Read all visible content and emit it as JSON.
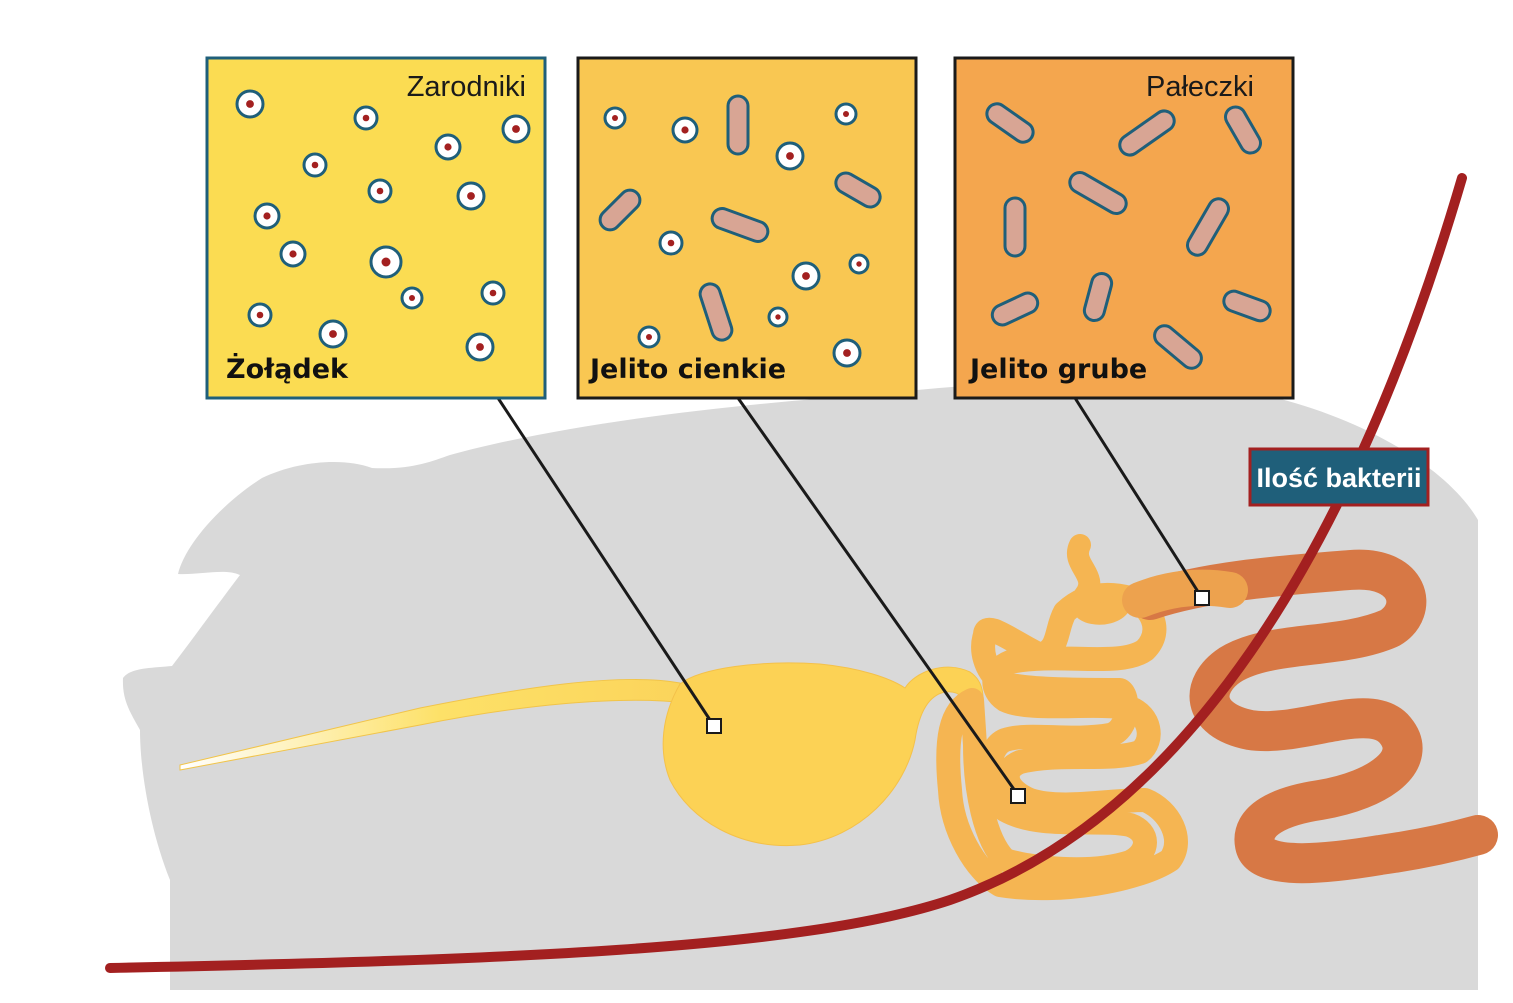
{
  "panels": [
    {
      "id": "stomach",
      "label": "Żołądek",
      "title": "Zarodniki",
      "fill": "#fbdc52",
      "border": "#1f5f7a"
    },
    {
      "id": "small",
      "label": "Jelito cienkie",
      "title": "",
      "fill": "#f9c752",
      "border": "#1a1a1a"
    },
    {
      "id": "large",
      "label": "Jelito grube",
      "title": "Pałeczki",
      "fill": "#f4a64e",
      "border": "#1a1a1a"
    }
  ],
  "legend": {
    "label": "Ilość bakterii",
    "bg": "#1f5f7a",
    "border": "#a32020"
  },
  "colors": {
    "body": "#d9d9d9",
    "curve": "#a32020",
    "spore_ring": "#1f5f7a",
    "spore_dot": "#a32020",
    "rod_fill": "#d8a594",
    "rod_border": "#1f5f7a",
    "gut_start": "#fde168",
    "gut_mid": "#f4b352",
    "gut_end": "#c45a3a"
  }
}
